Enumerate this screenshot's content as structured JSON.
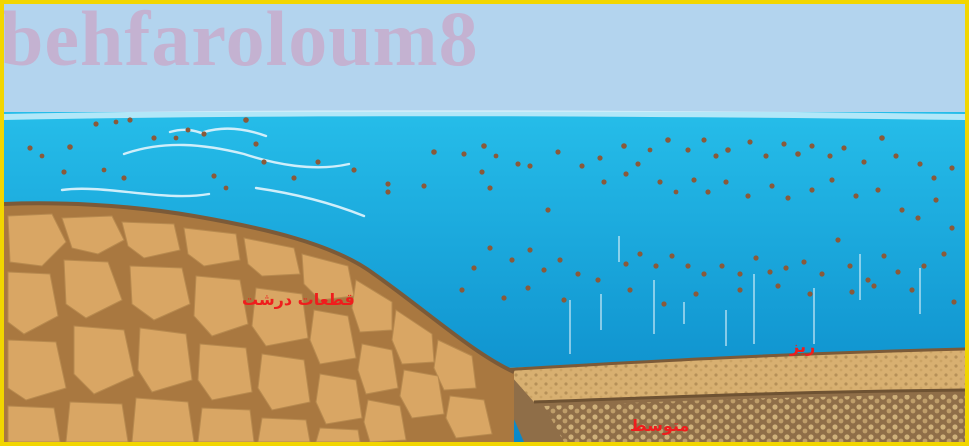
{
  "watermark": {
    "text": "behfaroloum8"
  },
  "labels": {
    "coarse": "قطعات درشت",
    "fine": "ریز",
    "medium": "متوسط"
  },
  "colors": {
    "frame_border": "#f2d600",
    "sky": "#b3d4ee",
    "water_top": "#21b8e6",
    "water_bottom": "#0d8ccc",
    "rock_fill": "#d9a664",
    "rock_joints": "#a97840",
    "sediment_fine": "#d8b071",
    "sediment_medium": "#8f6e48",
    "particles": "#8a5a3a",
    "label_text": "#ef1d1d"
  }
}
